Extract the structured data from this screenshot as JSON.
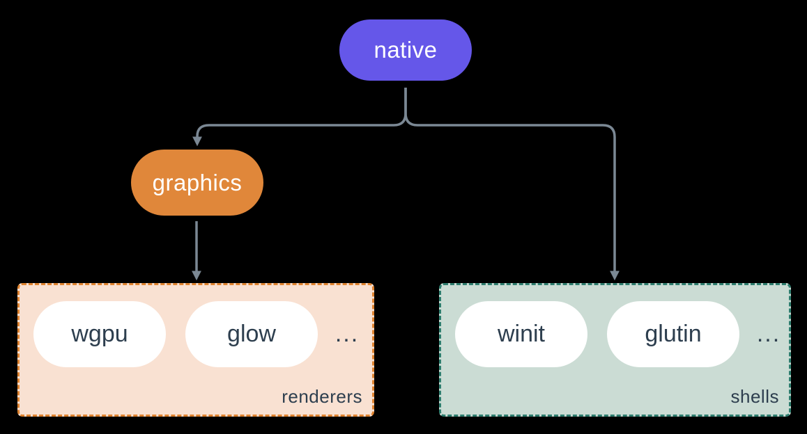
{
  "canvas": {
    "background": "#000000"
  },
  "connectors": {
    "color": "#7b8894",
    "edges": [
      {
        "from": "native",
        "to": "graphics"
      },
      {
        "from": "native",
        "to": "shells"
      },
      {
        "from": "graphics",
        "to": "renderers"
      }
    ]
  },
  "nodes": {
    "native": {
      "label": "native",
      "fill": "#6557e9",
      "text_color": "#ffffff"
    },
    "graphics": {
      "label": "graphics",
      "fill": "#e0873a",
      "text_color": "#ffffff"
    }
  },
  "groups": {
    "renderers": {
      "label": "renderers",
      "fill": "#f9e1d2",
      "border_color": "#df832f",
      "text_color": "#2d3e4e",
      "items": [
        "wgpu",
        "glow"
      ],
      "ellipsis": "..."
    },
    "shells": {
      "label": "shells",
      "fill": "#cbdcd4",
      "border_color": "#2e7d6e",
      "text_color": "#2d3e4e",
      "items": [
        "winit",
        "glutin"
      ],
      "ellipsis": "..."
    }
  }
}
